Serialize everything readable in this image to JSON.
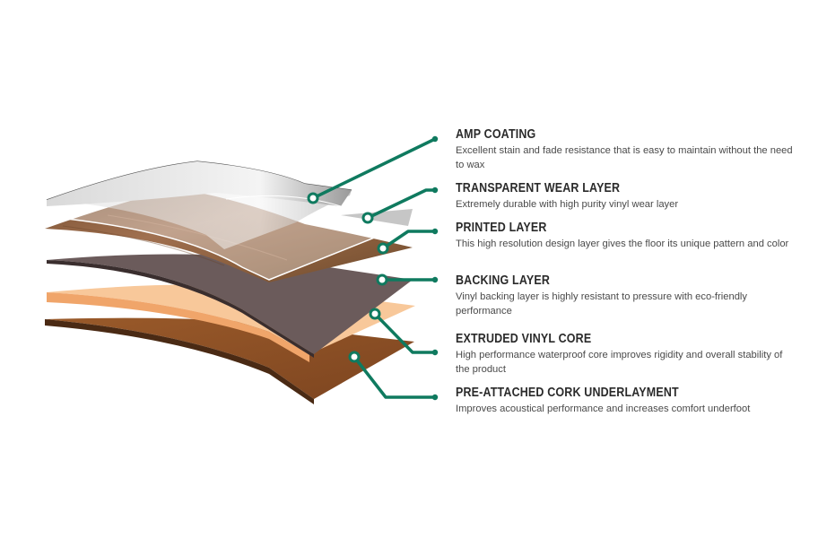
{
  "diagram": {
    "accent_color": "#0f7a5f",
    "layers": [
      {
        "title": "AMP COATING",
        "description": "Excellent stain and fade resistance that is easy to maintain without the need to wax"
      },
      {
        "title": "TRANSPARENT WEAR LAYER",
        "description": "Extremely durable with high purity vinyl wear layer"
      },
      {
        "title": "PRINTED LAYER",
        "description": "This high resolution design layer gives the floor its unique pattern and color"
      },
      {
        "title": "BACKING LAYER",
        "description": "Vinyl backing layer is highly resistant to pressure with eco-friendly performance"
      },
      {
        "title": "EXTRUDED VINYL CORE",
        "description": "High performance waterproof core improves rigidity and overall stability of the product"
      },
      {
        "title": "PRE-ATTACHED CORK UNDERLAYMENT",
        "description": "Improves acoustical performance and increases comfort underfoot"
      }
    ]
  }
}
